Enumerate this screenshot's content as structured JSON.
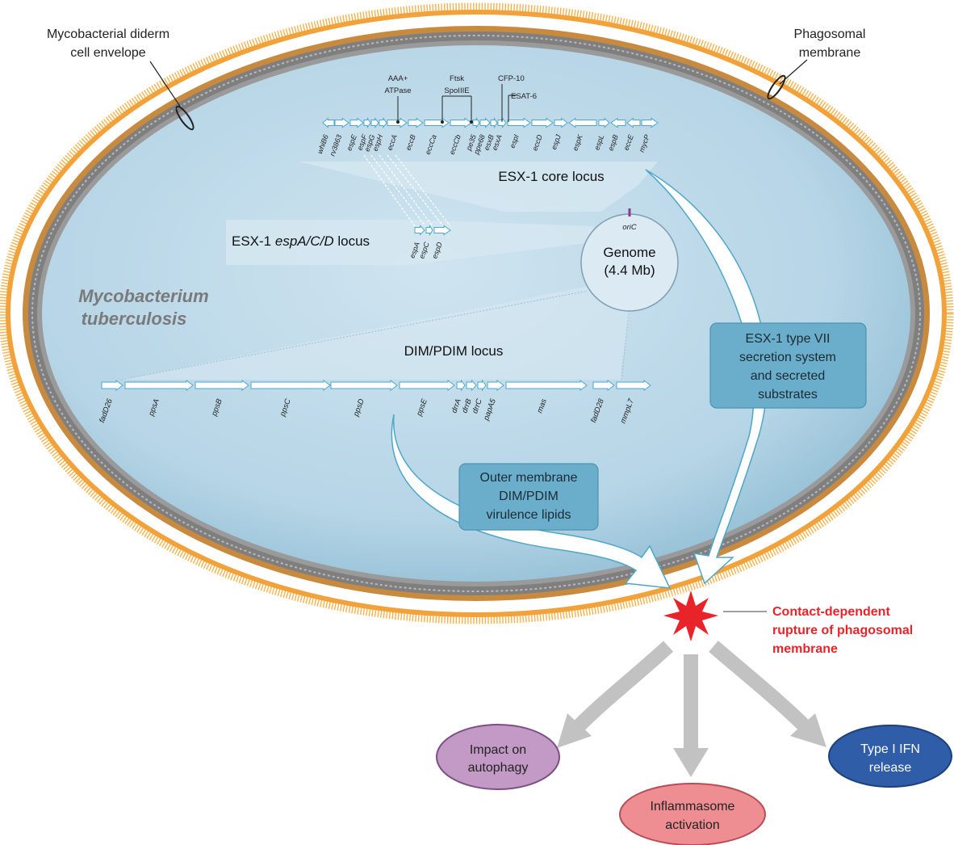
{
  "labels": {
    "envelope_line1": "Mycobacterial diderm",
    "envelope_line2": "cell envelope",
    "phago_line1": "Phagosomal",
    "phago_line2": "membrane",
    "mtb_line1": "Mycobacterium",
    "mtb_line2": "tuberculosis",
    "genome_line1": "Genome",
    "genome_line2": "(4.4 Mb)",
    "oric": "oriC",
    "esx1_core": "ESX-1 core locus",
    "espacd_prefix": "ESX-1 ",
    "espacd_italic": "espA/C/D",
    "espacd_suffix": " locus",
    "dim_locus": "DIM/PDIM locus",
    "aaa_line1": "AAA+",
    "aaa_line2": "ATPase",
    "ftsk_line1": "Ftsk",
    "ftsk_line2": "SpoIIIE",
    "cfp10": "CFP-10",
    "esat6": "ESAT-6"
  },
  "boxes": {
    "esx_line1": "ESX-1 type VII",
    "esx_line2": "secretion system",
    "esx_line3": "and secreted",
    "esx_line4": "substrates",
    "dim_line1": "Outer membrane",
    "dim_line2": "DIM/PDIM",
    "dim_line3": "virulence lipids"
  },
  "rupture": {
    "line1": "Contact-dependent",
    "line2": "rupture of phagosomal",
    "line3": "membrane"
  },
  "outcomes": {
    "autophagy_line1": "Impact on",
    "autophagy_line2": "autophagy",
    "inflam_line1": "Inflammasome",
    "inflam_line2": "activation",
    "ifn_line1": "Type I IFN",
    "ifn_line2": "release"
  },
  "esx1_genes": [
    "whiB6",
    "rv3863",
    "espE",
    "espF",
    "espG",
    "espH",
    "eccA",
    "eccB",
    "eccCa",
    "eccCb",
    "pe35",
    "ppe68",
    "esxB",
    "esxA",
    "espI",
    "eccD",
    "espJ",
    "espK",
    "espL",
    "espB",
    "eccE",
    "mycP"
  ],
  "espacd_genes": [
    "espA",
    "espC",
    "espD"
  ],
  "dim_genes": [
    "fadD26",
    "ppsA",
    "ppsB",
    "ppsC",
    "ppsD",
    "ppsE",
    "drrA",
    "drrB",
    "drrC",
    "papA5",
    "mas",
    "fadD28",
    "mmpL7"
  ],
  "colors": {
    "cytoplasm": "#bcd9e9",
    "box_fill": "#6aaecb",
    "rupture": "#e8232a",
    "autophagy": "#c39ac6",
    "inflammasome": "#ee8e92",
    "ifn": "#2f5da8",
    "arrow_grey": "#c2c2c2"
  },
  "icons": {
    "rupture": "starburst-icon"
  }
}
